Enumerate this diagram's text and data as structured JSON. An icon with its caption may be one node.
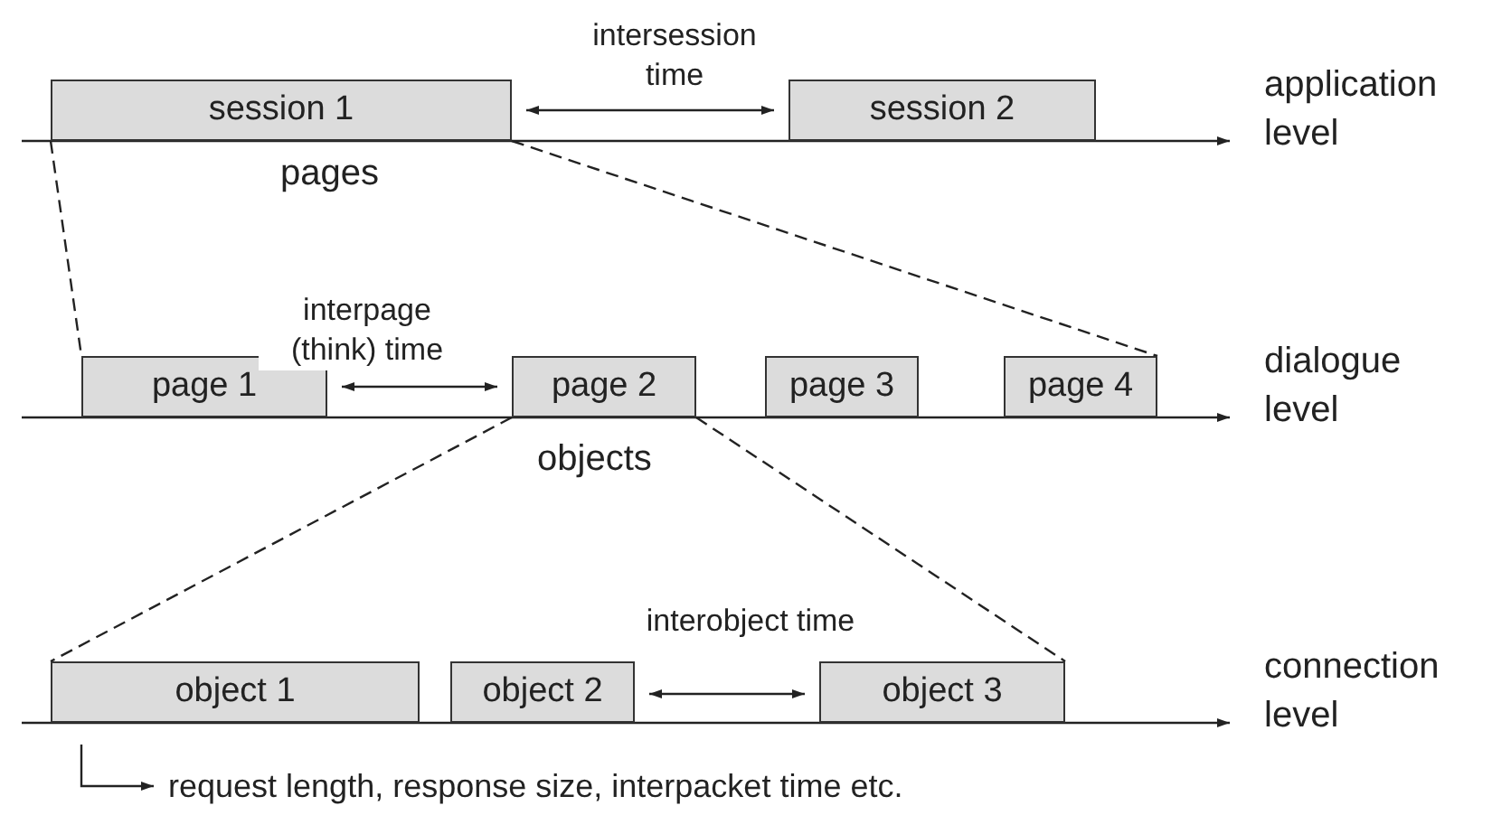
{
  "diagram": {
    "nodes": [
      {
        "text": [
          "session 1"
        ]
      },
      {
        "text": [
          "session 2"
        ]
      },
      {
        "text": [
          "page 1"
        ]
      },
      {
        "text": [
          "page 2"
        ]
      },
      {
        "text": [
          "page 3"
        ]
      },
      {
        "text": [
          "page 4"
        ]
      },
      {
        "text": [
          "object 1"
        ]
      },
      {
        "text": [
          "object 2"
        ]
      },
      {
        "text": [
          "object 3"
        ]
      },
      {
        "text": [
          "request length, response size, interpacket time etc."
        ]
      }
    ],
    "edges": [
      {
        "from": 0,
        "to": 1,
        "arrow": "both",
        "label": "intersession time"
      },
      {
        "from": 0,
        "to": 2,
        "arrow": "none",
        "style": "dashed"
      },
      {
        "from": 0,
        "to": 5,
        "arrow": "none",
        "style": "dashed"
      },
      {
        "from": 2,
        "to": 3,
        "arrow": "both",
        "label": "interpage (think) time"
      },
      {
        "from": 3,
        "to": 6,
        "arrow": "none",
        "style": "dashed"
      },
      {
        "from": 3,
        "to": 8,
        "arrow": "none",
        "style": "dashed"
      },
      {
        "from": 7,
        "to": 8,
        "arrow": "both",
        "label": "interobject time"
      },
      {
        "from": 6,
        "to": 9,
        "arrow": "to"
      }
    ],
    "labels": [
      "application level",
      "pages",
      "dialogue level",
      "objects",
      "connection level"
    ]
  }
}
